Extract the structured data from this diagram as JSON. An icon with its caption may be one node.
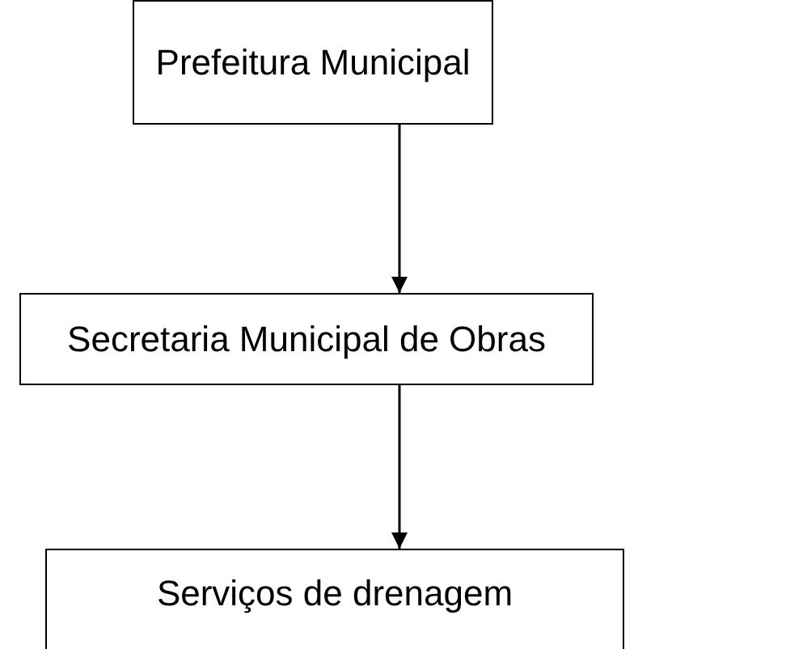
{
  "diagram": {
    "nodes": [
      {
        "text": [
          "Prefeitura Municipal"
        ]
      },
      {
        "text": [
          "Secretaria Municipal de Obras"
        ]
      },
      {
        "text": [
          "Serviços de drenagem"
        ]
      }
    ],
    "edges": [
      {
        "from": 0,
        "to": 1,
        "arrow": "to"
      },
      {
        "from": 1,
        "to": 2,
        "arrow": "to"
      }
    ]
  }
}
